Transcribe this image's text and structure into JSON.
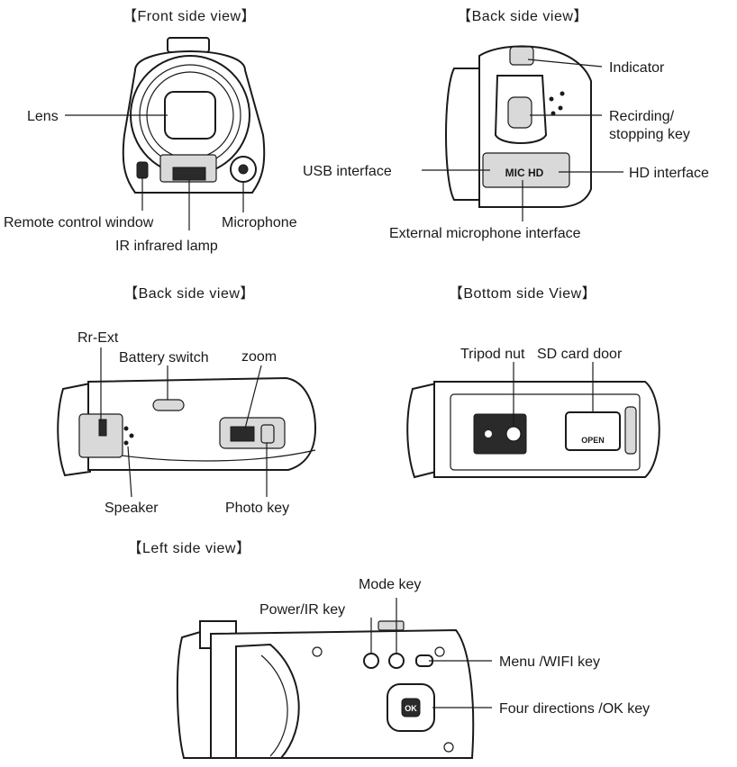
{
  "sections": {
    "front": {
      "title": "【Front side view】"
    },
    "back_top": {
      "title": "【Back side view】"
    },
    "back_mid": {
      "title": "【Back side view】"
    },
    "bottom": {
      "title": "【Bottom side View】"
    },
    "left": {
      "title": "【Left side view】"
    }
  },
  "labels": {
    "lens": "Lens",
    "remote_control_window": "Remote control window",
    "ir_infrared_lamp": "IR infrared lamp",
    "microphone": "Microphone",
    "indicator": "Indicator",
    "recording_line1": "Recirding/",
    "recording_line2": "stopping key",
    "usb_interface": "USB interface",
    "hd_interface": "HD interface",
    "external_mic": "External microphone interface",
    "rr_ext": "Rr-Ext",
    "battery_switch": "Battery switch",
    "zoom": "zoom",
    "speaker": "Speaker",
    "photo_key": "Photo key",
    "tripod_nut": "Tripod nut",
    "sd_card_door": "SD card door",
    "mode_key": "Mode key",
    "power_ir_key": "Power/IR key",
    "menu_wifi_key": "Menu /WIFI key",
    "four_directions_ok": "Four directions /OK key"
  },
  "device_markings": {
    "mic_hd": "MIC HD",
    "open": "OPEN",
    "ok": "OK"
  }
}
